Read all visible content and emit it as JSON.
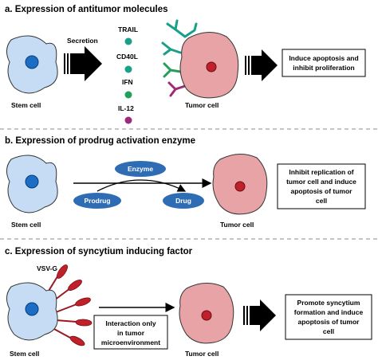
{
  "panel_a": {
    "title": "a. Expression of antitumor molecules",
    "stem_label": "Stem cell",
    "arrow_label": "Secretion",
    "molecules": [
      {
        "label": "TRAIL",
        "color": "#19a089"
      },
      {
        "label": "CD40L",
        "color": "#19a089"
      },
      {
        "label": "IFN",
        "color": "#22a05a"
      },
      {
        "label": "IL-12",
        "color": "#9c2a78"
      }
    ],
    "tumor_label": "Tumor cell",
    "outcome": [
      "Induce apoptosis and",
      "inhibit proliferation"
    ]
  },
  "panel_b": {
    "title": "b. Expression of prodrug activation enzyme",
    "stem_label": "Stem cell",
    "enzyme_label": "Enzyme",
    "prodrug_label": "Prodrug",
    "drug_label": "Drug",
    "tumor_label": "Tumor cell",
    "outcome": [
      "Inhibit replication of",
      "tumor cell and induce",
      "apoptosis of tumor",
      "cell"
    ]
  },
  "panel_c": {
    "title": "c. Expression of syncytium inducing factor",
    "vsv_label": "VSV-G",
    "stem_label": "Stem cell",
    "interaction": [
      "Interaction only",
      "in tumor",
      "microenvironment"
    ],
    "tumor_label": "Tumor cell",
    "outcome": [
      "Promote syncytium",
      "formation and induce",
      "apoptosis of tumor",
      "cell"
    ]
  },
  "colors": {
    "stem_fill": "#c6dcf5",
    "nucleus_blue": "#1c6ec4",
    "tumor_fill": "#e8a3a6",
    "tumor_nucleus": "#c0202a",
    "pill_blue": "#2e6db4",
    "receptor_teal": "#19a089",
    "receptor_green": "#22a05a",
    "receptor_purple": "#9c2a78",
    "spike_red": "#c0202a"
  }
}
